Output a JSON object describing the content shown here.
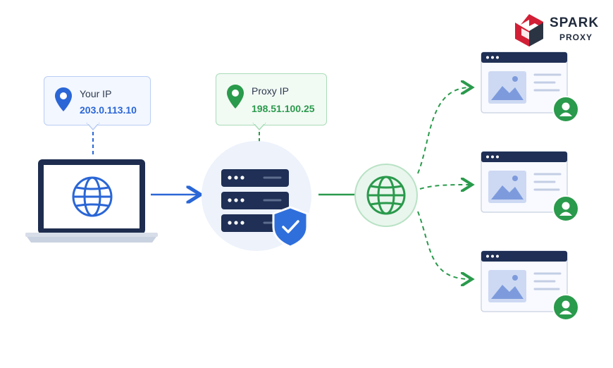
{
  "brand": {
    "name": "SPARK",
    "sub": "PROXY"
  },
  "your_ip": {
    "label": "Your IP",
    "value": "203.0.113.10"
  },
  "proxy_ip": {
    "label": "Proxy IP",
    "value": "198.51.100.25"
  },
  "colors": {
    "blue": "#2a66d6",
    "green": "#2a9a4c",
    "navy": "#1f2f55",
    "brand_red": "#d21f36"
  },
  "icons": [
    "location-pin-icon",
    "globe-icon",
    "server-icon",
    "shield-check-icon",
    "user-icon",
    "image-icon"
  ]
}
